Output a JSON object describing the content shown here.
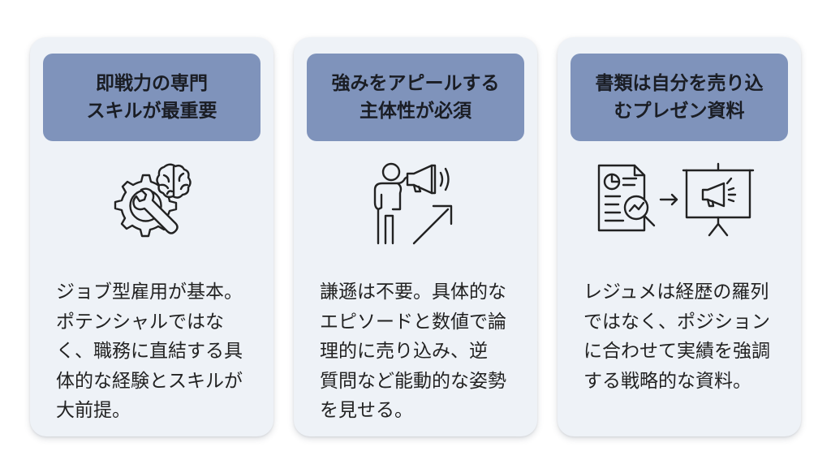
{
  "cards": [
    {
      "title_lines": [
        "即戦力の専門",
        "スキルが最重要"
      ],
      "icon": "gear-brain-wrench-icon",
      "body_lines": [
        "ジョブ型雇用が基本。",
        "ポテンシャルではな",
        "く、職務に直結する具",
        "体的な経験とスキルが",
        "大前提。"
      ]
    },
    {
      "title_lines": [
        "強みをアピールする",
        "主体性が必須"
      ],
      "icon": "person-megaphone-arrow-icon",
      "body_lines": [
        "謙遜は不要。具体的な",
        "エピソードと数値で論",
        "理的に売り込み、逆",
        "質問など能動的な姿勢",
        "を見せる。"
      ]
    },
    {
      "title_lines": [
        "書類は自分を売り込",
        "むプレゼン資料"
      ],
      "icon": "document-to-presentation-icon",
      "body_lines": [
        "レジュメは経歴の羅列",
        "ではなく、ポジション",
        "に合わせて実績を強調",
        "する戦略的な資料。"
      ]
    }
  ],
  "colors": {
    "card_background": "#eef2f7",
    "header_background": "#7f93bb",
    "text": "#222222",
    "icon_stroke": "#222222"
  }
}
